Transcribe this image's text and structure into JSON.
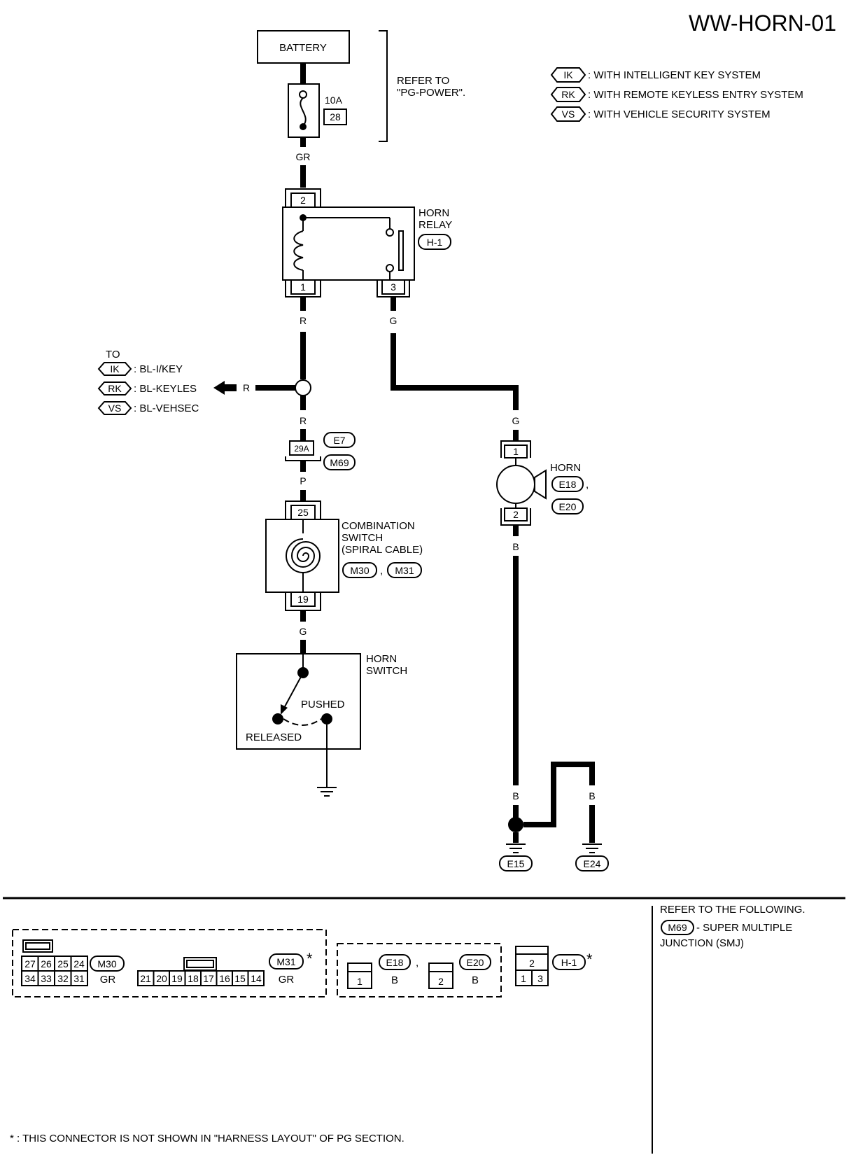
{
  "title": "WW-HORN-01",
  "battery": {
    "label": "BATTERY",
    "fuse_rating": "10A",
    "fuse_number": "28"
  },
  "refer_note": [
    "REFER TO",
    "\"PG-POWER\"."
  ],
  "legend": [
    {
      "code": "IK",
      "text": ": WITH INTELLIGENT KEY SYSTEM"
    },
    {
      "code": "RK",
      "text": ": WITH REMOTE KEYLESS ENTRY SYSTEM"
    },
    {
      "code": "VS",
      "text": ": WITH VEHICLE SECURITY SYSTEM"
    }
  ],
  "horn_relay": {
    "name": [
      "HORN",
      "RELAY"
    ],
    "connector": "H-1",
    "pins": [
      "2",
      "1",
      "3"
    ]
  },
  "wires": {
    "gr": "GR",
    "r": "R",
    "g": "G",
    "p": "P",
    "b": "B"
  },
  "branch": {
    "to": "TO",
    "items": [
      {
        "code": "IK",
        "text": ": BL-I/KEY"
      },
      {
        "code": "RK",
        "text": ": BL-KEYLES"
      },
      {
        "code": "VS",
        "text": ": BL-VEHSEC"
      }
    ]
  },
  "junction": {
    "pin": "29A",
    "connectors": [
      "E7",
      "M69"
    ]
  },
  "combination_switch": {
    "name": [
      "COMBINATION",
      "SWITCH",
      "(SPIRAL CABLE)"
    ],
    "connectors": [
      "M30",
      "M31"
    ],
    "separator": ",",
    "pin_top": "25",
    "pin_bottom": "19"
  },
  "horn_switch": {
    "name": [
      "HORN",
      "SWITCH"
    ],
    "pushed": "PUSHED",
    "released": "RELEASED"
  },
  "horn": {
    "name": "HORN",
    "connectors": [
      "E18",
      "E20"
    ],
    "separator": ",",
    "pin_top": "1",
    "pin_bottom": "2"
  },
  "grounds": [
    "E15",
    "E24"
  ],
  "connectors_panel": {
    "m30": {
      "id": "M30",
      "top": [
        "27",
        "26",
        "25",
        "24"
      ],
      "bottom": [
        "34",
        "33",
        "32",
        "31"
      ],
      "color": "GR"
    },
    "m31": {
      "id": "M31",
      "pins": [
        "21",
        "20",
        "19",
        "18",
        "17",
        "16",
        "15",
        "14"
      ],
      "color": "GR",
      "star": "*"
    },
    "e18": {
      "id": "E18",
      "pin": "1",
      "color": "B"
    },
    "e20": {
      "id": "E20",
      "pin": "2",
      "color": "B"
    },
    "h1": {
      "id": "H-1",
      "top": "2",
      "bottom": [
        "1",
        "3"
      ],
      "star": "*"
    },
    "separator": ","
  },
  "refer_following": [
    "REFER TO THE FOLLOWING.",
    "- SUPER MULTIPLE",
    "JUNCTION (SMJ)"
  ],
  "refer_following_code": "M69",
  "footnote": "* : THIS CONNECTOR IS NOT SHOWN IN \"HARNESS LAYOUT\" OF PG SECTION."
}
